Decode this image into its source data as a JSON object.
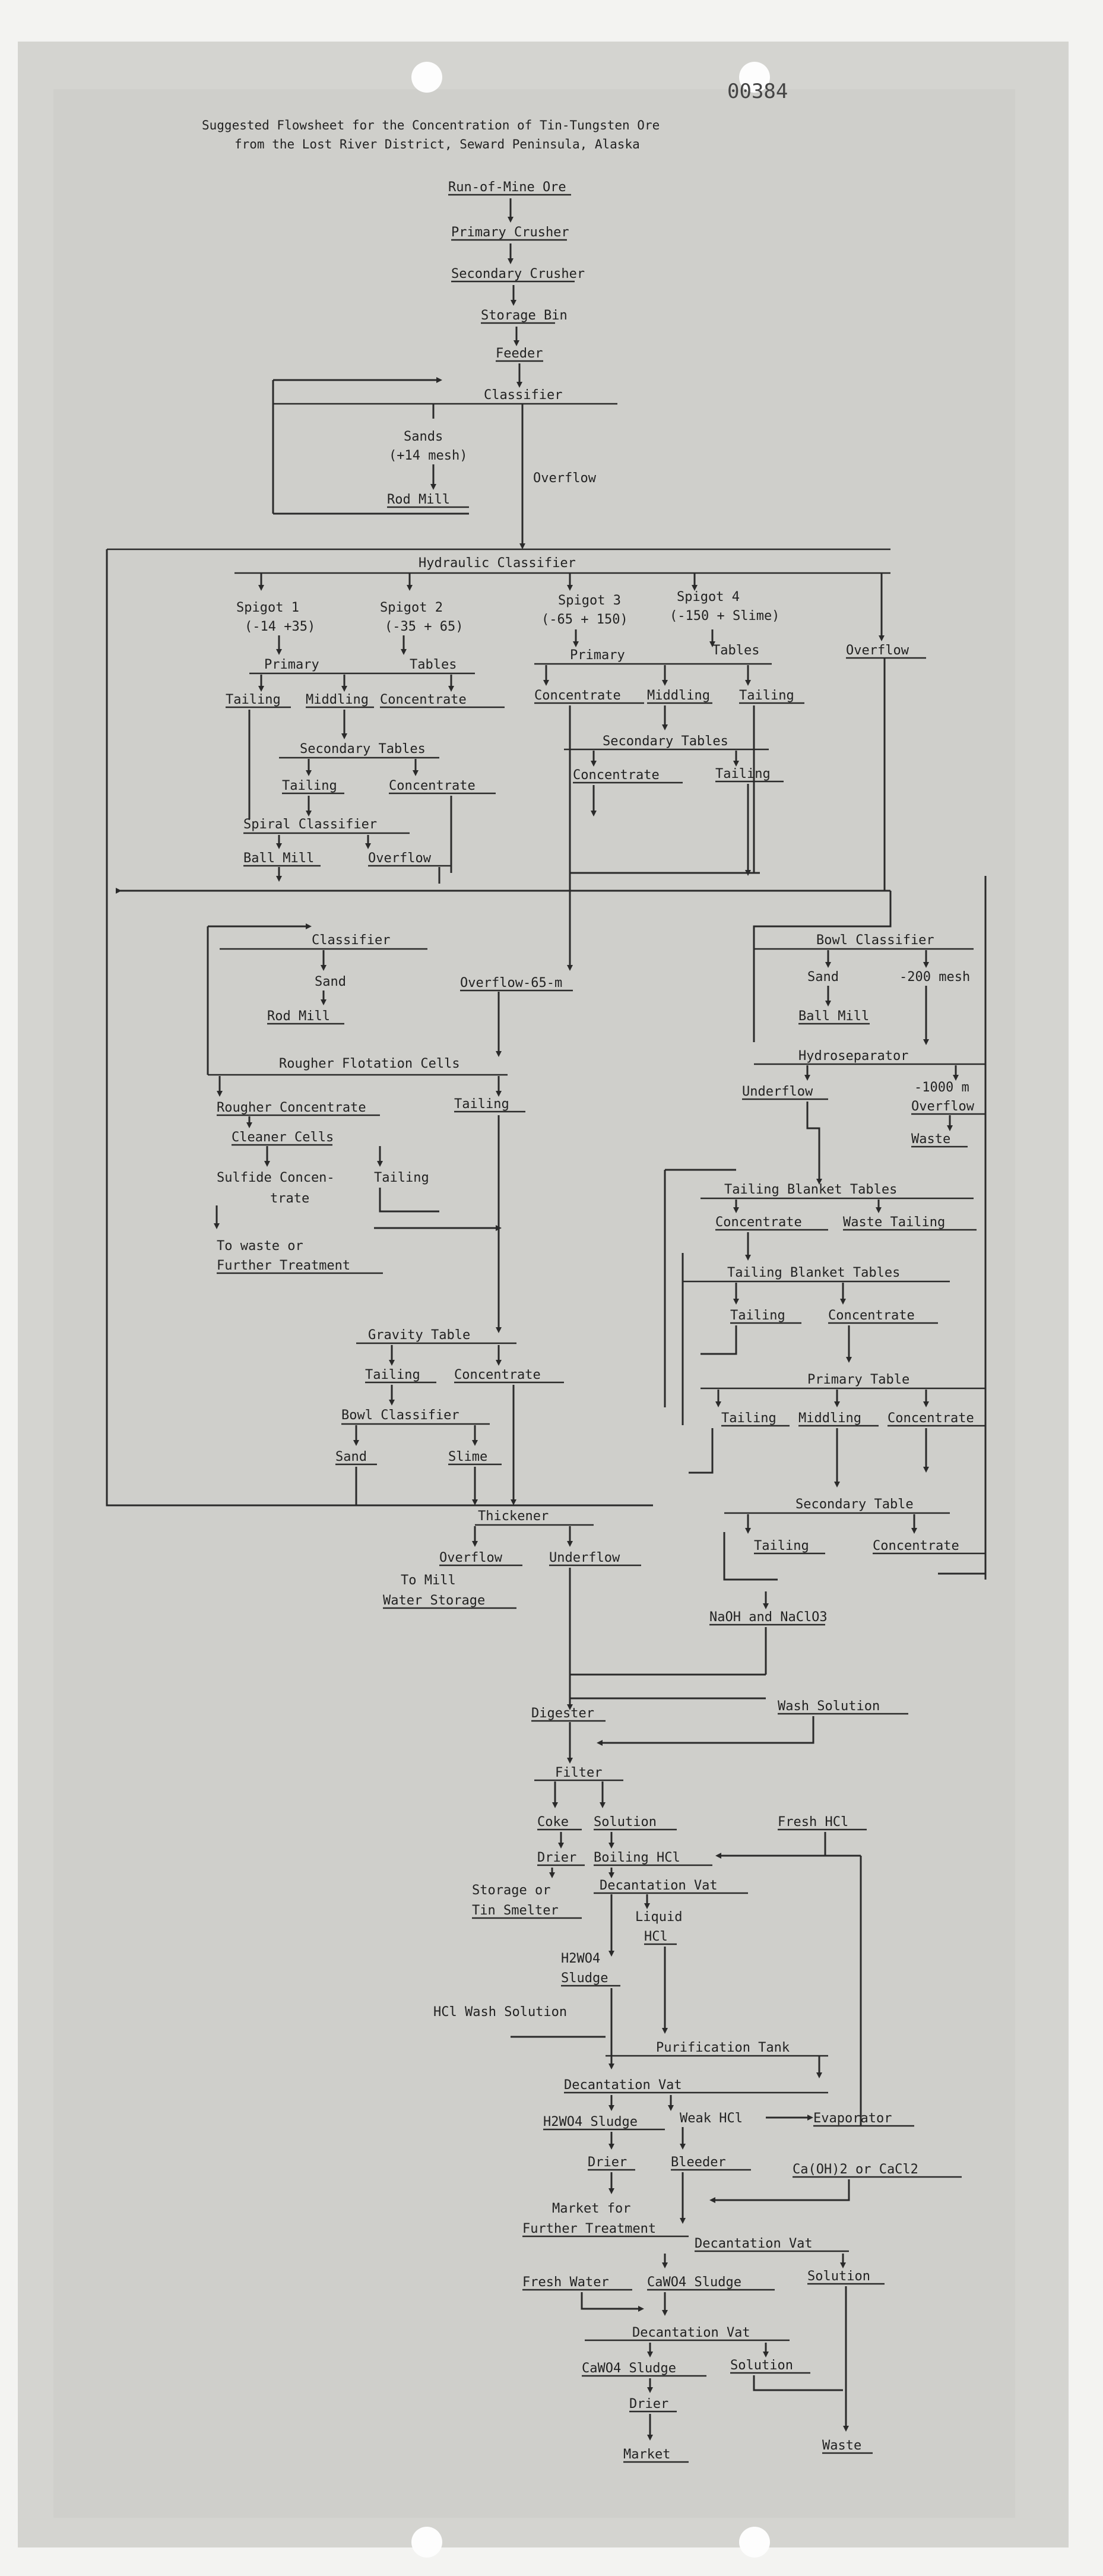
{
  "document": {
    "doc_number": "00384",
    "title_line1": "Suggested Flowsheet for the Concentration of Tin-Tungsten Ore",
    "title_line2": "from the Lost River District, Seward Peninsula, Alaska"
  },
  "nodes": {
    "run_of_mine": "Run-of-Mine Ore",
    "primary_crusher": "Primary Crusher",
    "secondary_crusher": "Secondary Crusher",
    "storage_bin": "Storage Bin",
    "feeder": "Feeder",
    "classifier_1": "Classifier",
    "sands": "Sands",
    "sands_mesh": "(+14 mesh)",
    "overflow_1": "Overflow",
    "rod_mill_1": "Rod Mill",
    "hydraulic_classifier": "Hydraulic Classifier",
    "spigot1": "Spigot 1",
    "spigot1_size": "(-14 +35)",
    "spigot2": "Spigot 2",
    "spigot2_size": "(-35 + 65)",
    "spigot3": "Spigot 3",
    "spigot3_size": "(-65 + 150)",
    "spigot4": "Spigot 4",
    "spigot4_size": "(-150 + Slime)",
    "hc_overflow": "Overflow",
    "primary_tables_a": "Primary",
    "primary_tables_b": "Tables",
    "tailing_a": "Tailing",
    "middling_a": "Middling",
    "concentrate_a": "Concentrate",
    "primary_tables_r_a": "Primary",
    "primary_tables_r_b": "Tables",
    "concentrate_r": "Concentrate",
    "middling_r": "Middling",
    "tailing_r": "Tailing",
    "secondary_tables_l": "Secondary Tables",
    "tailing_sl": "Tailing",
    "concentrate_sl": "Concentrate",
    "secondary_tables_r": "Secondary Tables",
    "concentrate_sr": "Concentrate",
    "tailing_sr": "Tailing",
    "spiral_classifier": "Spiral Classifier",
    "ball_mill_1": "Ball Mill",
    "overflow_sp": "Overflow",
    "classifier_2": "Classifier",
    "sand_2": "Sand",
    "rod_mill_2": "Rod Mill",
    "overflow_65": "Overflow-65-m",
    "rougher_flotation": "Rougher Flotation Cells",
    "rougher_concentrate": "Rougher Concentrate",
    "rougher_tailing": "Tailing",
    "cleaner_cells": "Cleaner Cells",
    "sulfide_conc_1": "Sulfide Concen-",
    "sulfide_conc_2": "trate",
    "cleaner_tailing": "Tailing",
    "to_waste": "To waste or",
    "further_treatment_1": "Further Treatment",
    "bowl_classifier_1": "Bowl Classifier",
    "minus200": "-200 mesh",
    "sand_bc": "Sand",
    "ball_mill_2": "Ball Mill",
    "hydroseparator": "Hydroseparator",
    "underflow_h": "Underflow",
    "minus1000": "-1000 m",
    "overflow_h": "Overflow",
    "waste_h": "Waste",
    "tbt1": "Tailing Blanket Tables",
    "tbt1_conc": "Concentrate",
    "tbt1_waste": "Waste Tailing",
    "tbt2": "Tailing Blanket Tables",
    "tbt2_tail": "Tailing",
    "tbt2_conc": "Concentrate",
    "gravity_table": "Gravity Table",
    "gt_tailing": "Tailing",
    "gt_concentrate": "Concentrate",
    "bowl_classifier_2": "Bowl Classifier",
    "bc2_sand": "Sand",
    "bc2_slime": "Slime",
    "primary_table_x": "Primary Table",
    "pt_tail": "Tailing",
    "pt_mid": "Middling",
    "pt_conc": "Concentrate",
    "thickener": "Thickener",
    "th_overflow": "Overflow",
    "th_underflow": "Underflow",
    "to_mill_1": "To Mill",
    "to_mill_2": "Water Storage",
    "secondary_table_x": "Secondary Table",
    "st_tail": "Tailing",
    "st_conc": "Concentrate",
    "naoh": "NaOH and NaClO3",
    "digester": "Digester",
    "wash_solution": "Wash Solution",
    "filter": "Filter",
    "coke": "Coke",
    "solution": "Solution",
    "fresh_hcl": "Fresh HCl",
    "drier_1": "Drier",
    "boiling_hcl": "Boiling HCl",
    "storage_or": "Storage or",
    "tin_smelter": "Tin Smelter",
    "decantation_vat_1": "Decantation Vat",
    "liquid": "Liquid",
    "hcl": "HCl",
    "h2wo4_a": "H2WO4",
    "sludge_a": "Sludge",
    "hcl_wash": "HCl Wash Solution",
    "purification_tank": "Purification Tank",
    "decantation_vat_2": "Decantation Vat",
    "h2wo4_sludge": "H2WO4 Sludge",
    "weak_hcl": "Weak HCl",
    "evaporator": "Evaporator",
    "drier_2": "Drier",
    "bleeder": "Bleeder",
    "caoh": "Ca(OH)2 or CaCl2",
    "market_for": "Market for",
    "further_treatment_2": "Further Treatment",
    "decantation_vat_3": "Decantation Vat",
    "fresh_water": "Fresh Water",
    "cawo4_sludge_1": "CaWO4 Sludge",
    "solution_2": "Solution",
    "decantation_vat_4": "Decantation Vat",
    "cawo4_sludge_2": "CaWO4 Sludge",
    "solution_3": "Solution",
    "drier_3": "Drier",
    "market": "Market",
    "waste_final": "Waste"
  }
}
